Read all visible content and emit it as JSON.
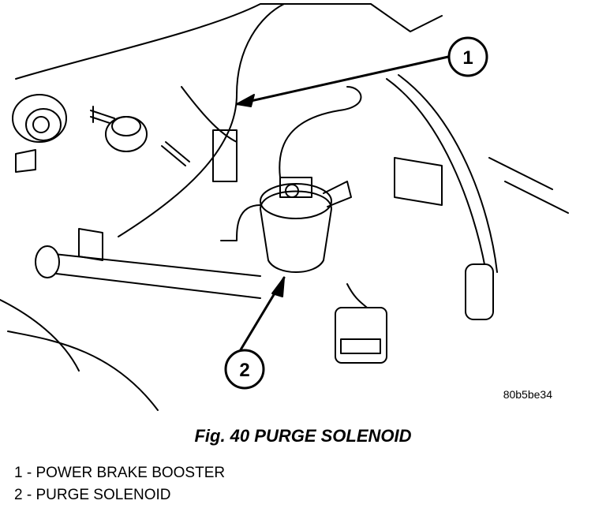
{
  "figure": {
    "image_code": "80b5be34",
    "caption": "Fig. 40 PURGE SOLENOID",
    "callouts": [
      {
        "number": "1",
        "label": "POWER BRAKE BOOSTER"
      },
      {
        "number": "2",
        "label": "PURGE SOLENOID"
      }
    ]
  },
  "legend": {
    "items": [
      "1 - POWER BRAKE BOOSTER",
      "2 - PURGE SOLENOID"
    ]
  }
}
